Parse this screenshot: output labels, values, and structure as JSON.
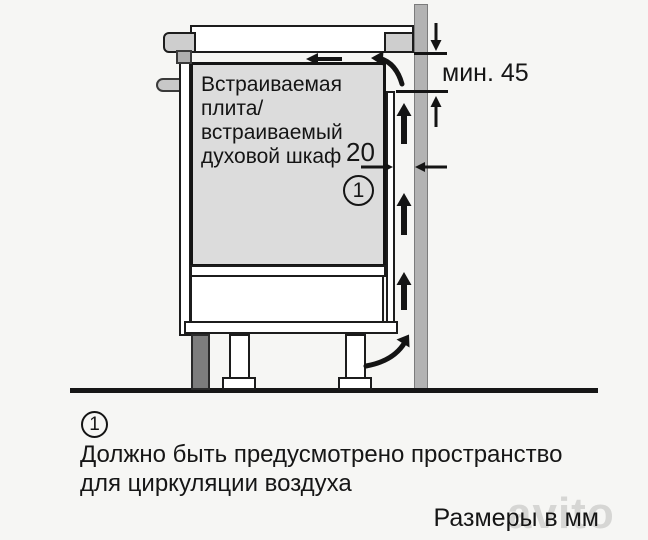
{
  "diagram": {
    "appliance_label": {
      "lines": [
        "Встраиваемая",
        "плита/",
        "встраиваемый",
        "духовой шкаф"
      ]
    },
    "min_clearance_label": "мин. 45",
    "gap_dim_label": "20",
    "callout_number": "1"
  },
  "footer": {
    "note_number": "1",
    "note_lines": [
      "Должно быть предусмотрено пространство",
      "для циркуляции воздуха"
    ],
    "units_label": "Размеры в мм"
  },
  "watermark": {
    "text": "avito"
  },
  "colors": {
    "background": "#f6f6f4",
    "line": "#161616",
    "oven_fill": "#dcdcdc",
    "wall_fill": "#b3b3b3",
    "plinth_fill": "#7d7d7d",
    "worktop_cap_fill": "#cecece",
    "watermark": "#bdbdbb"
  }
}
